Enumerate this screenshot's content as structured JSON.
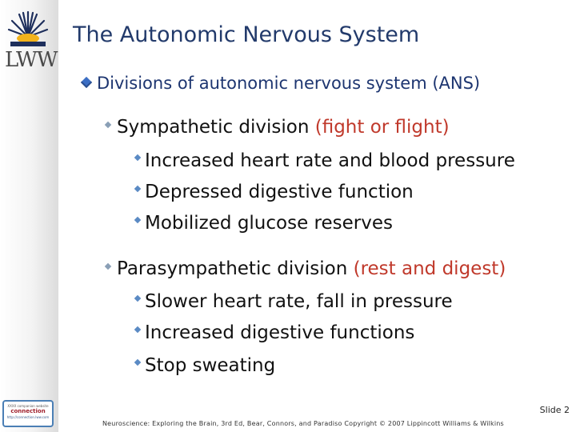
{
  "sidebar": {
    "logo": {
      "text": "LWW",
      "icon": "sunburst-logo"
    },
    "badge": {
      "line1": "XXXX companion website",
      "line2": "connection",
      "line3": "http://connection.lww.com"
    }
  },
  "slide": {
    "title": "The Autonomic Nervous System",
    "heading": "Divisions of autonomic nervous system (ANS)",
    "sections": [
      {
        "label": "Sympathetic division ",
        "accent": "(fight or flight)",
        "items": [
          "Increased heart rate and blood pressure",
          "Depressed digestive function",
          "Mobilized glucose reserves"
        ]
      },
      {
        "label": "Parasympathetic division ",
        "accent": "(rest and digest)",
        "items": [
          "Slower heart rate, fall in pressure",
          "Increased digestive functions",
          "Stop sweating"
        ]
      }
    ]
  },
  "slide_number": "Slide 2",
  "footer": "Neuroscience: Exploring the Brain, 3rd Ed, Bear, Connors, and Paradiso Copyright © 2007 Lippincott Williams & Wilkins",
  "colors": {
    "title": "#223a6b",
    "accent": "#c0392b",
    "bullet_primary": "#3b6ec4"
  }
}
